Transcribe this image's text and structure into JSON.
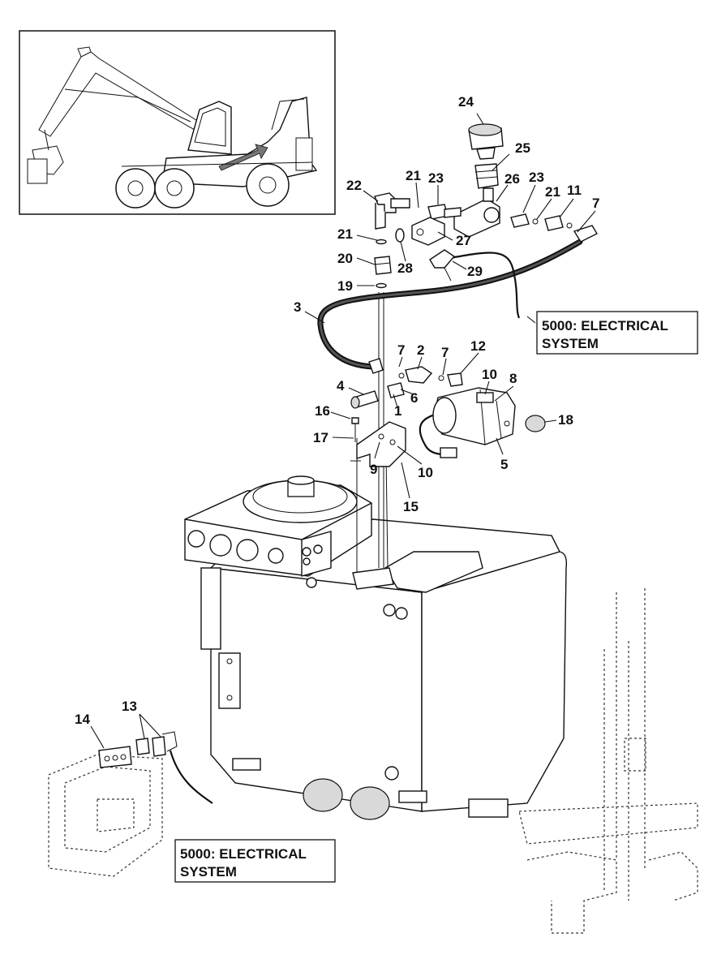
{
  "callouts": [
    "24",
    "25",
    "21",
    "23",
    "26",
    "22",
    "23",
    "21",
    "11",
    "7",
    "21",
    "27",
    "20",
    "28",
    "29",
    "19",
    "3",
    "7",
    "2",
    "7",
    "12",
    "10",
    "8",
    "4",
    "6",
    "1",
    "16",
    "18",
    "17",
    "9",
    "10",
    "5",
    "15",
    "14",
    "13"
  ],
  "references": {
    "top_right": {
      "line1": "5000: ELECTRICAL",
      "line2": "SYSTEM"
    },
    "bottom_left": {
      "line1": "5000: ELECTRICAL",
      "line2": "SYSTEM"
    }
  }
}
